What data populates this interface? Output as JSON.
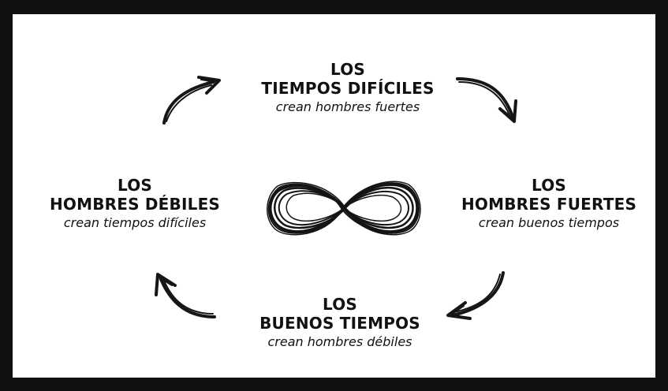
{
  "cycle": {
    "top": {
      "line1": "LOS",
      "line2": "TIEMPOS DIFÍCILES",
      "sub": "crean hombres fuertes"
    },
    "right": {
      "line1": "LOS",
      "line2": "HOMBRES FUERTES",
      "sub": "crean buenos tiempos"
    },
    "bottom": {
      "line1": "LOS",
      "line2": "BUENOS TIEMPOS",
      "sub": "crean hombres débiles"
    },
    "left": {
      "line1": "LOS",
      "line2": "HOMBRES DÉBILES",
      "sub": "crean tiempos difíciles"
    }
  },
  "icons": {
    "center": "infinity-icon",
    "arrows": [
      "arrow-top-right-icon",
      "arrow-bottom-right-icon",
      "arrow-bottom-left-icon",
      "arrow-top-left-icon"
    ]
  },
  "colors": {
    "background": "#ffffff",
    "frame": "#111111",
    "ink": "#111111"
  }
}
